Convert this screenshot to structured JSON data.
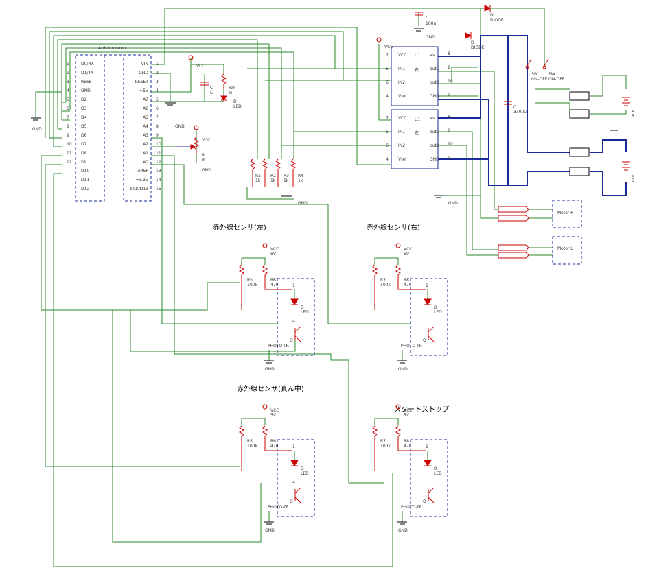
{
  "arduino": {
    "title": "Arduino nano",
    "left_pin_numbers": [
      "1",
      "2",
      "3",
      "4",
      "5",
      "6",
      "7",
      "8",
      "9",
      "10",
      "11",
      "12",
      "",
      "",
      ""
    ],
    "left_pin_names": [
      "D0/RX",
      "D1/TX",
      "RESET",
      "GND",
      "D2",
      "D3",
      "D4",
      "D5",
      "D6",
      "D7",
      "D8",
      "D9",
      "D10",
      "D11",
      "D12"
    ],
    "right_pin_names": [
      "VIN",
      "GND",
      "RESET",
      "+5V",
      "A7",
      "A6",
      "A5",
      "A4",
      "A3",
      "A2",
      "A1",
      "A0",
      "AREF",
      "+3.3V",
      "SCK/D13"
    ],
    "right_pin_numbers": [
      "1",
      "2",
      "3",
      "4",
      "5",
      "6",
      "7",
      "8",
      "9",
      "10",
      "11",
      "12",
      "13",
      "14",
      "15"
    ]
  },
  "driver_top": {
    "left_pins": [
      "VCC",
      "IN1",
      "IN2",
      "Vref"
    ],
    "left_nums": [
      "7",
      "5",
      "6",
      "4"
    ],
    "name": "U1",
    "side": "右",
    "right_pins": [
      "Vs",
      "out1",
      "out2",
      "GND"
    ],
    "right_nums": [
      "8",
      "2",
      "10",
      "1"
    ]
  },
  "driver_bottom": {
    "left_pins": [
      "VCC",
      "IN1",
      "IN2",
      "Vref"
    ],
    "left_nums": [
      "7",
      "5",
      "6",
      "4"
    ],
    "name": "U1",
    "side": "左",
    "right_pins": [
      "Vs",
      "out1",
      "out2",
      "GND"
    ],
    "right_nums": [
      "8",
      "2",
      "10",
      "1"
    ]
  },
  "labels": {
    "vcc": "VCC",
    "gnd": "GND",
    "five_v": "5V",
    "cap_top_name": "C",
    "cap_top_value": "100u",
    "diode_top_name": "D",
    "diode_top_value": "DIODE",
    "diode_mid_name": "D",
    "diode_mid_value": "DIODE",
    "cap_big_name": "C",
    "cap_big_value": "3300u",
    "cap_small_name": "C",
    "cap_small_value": "C",
    "led_main_name": "D",
    "led_main_value": "LED",
    "r9_name": "R9",
    "r9_value": "R",
    "pot_name": "R",
    "pot_value": "R",
    "sw1_name": "SW",
    "sw1_value": "ON-OFF",
    "sw2_name": "SW",
    "sw2_value": "ON-OFF",
    "battery1_name": "V",
    "battery1_value": "5",
    "battery2_name": "V",
    "battery2_value": "5",
    "motor_r": "Motor R",
    "motor_l": "Motor L",
    "r1_name": "R1",
    "r1_value": "1k",
    "r2_name": "R2",
    "r2_value": "1k",
    "r3_name": "R3",
    "r3_value": "1k",
    "r4_name": "R4",
    "r4_value": "1k"
  },
  "sensors": [
    {
      "title": "赤外線センサ(左)",
      "r_left_name": "R5",
      "r_left_value": "100k",
      "r_right_name": "R6",
      "r_right_value": "470",
      "led_name": "D",
      "led_value": "LED",
      "tr_name": "Q",
      "tr_value": "PHOTO-TR",
      "pin1": "1",
      "pin4": "4"
    },
    {
      "title": "赤外線センサ(右)",
      "r_left_name": "R7",
      "r_left_value": "100k",
      "r_right_name": "R8",
      "r_right_value": "470",
      "led_name": "D",
      "led_value": "LED",
      "tr_name": "Q",
      "tr_value": "PHOTO-TR",
      "pin1": "1",
      "pin4": ""
    },
    {
      "title": "赤外線センサ(真ん中)",
      "r_left_name": "R5",
      "r_left_value": "100k",
      "r_right_name": "R6",
      "r_right_value": "470",
      "led_name": "D",
      "led_value": "LED",
      "tr_name": "Q",
      "tr_value": "PHOTO-TR",
      "pin1": "1",
      "pin4": "4"
    },
    {
      "title": "スタートストップ",
      "r_left_name": "R7",
      "r_left_value": "100k",
      "r_right_name": "R8",
      "r_right_value": "470",
      "led_name": "D",
      "led_value": "LED",
      "tr_name": "Q",
      "tr_value": "PHOTO-TR",
      "pin1": "1",
      "pin4": ""
    }
  ],
  "colors": {
    "wire": "#2a8a2a",
    "power_wire": "#1a2a99",
    "component": "#cc0000",
    "outline": "#1a2a99"
  }
}
